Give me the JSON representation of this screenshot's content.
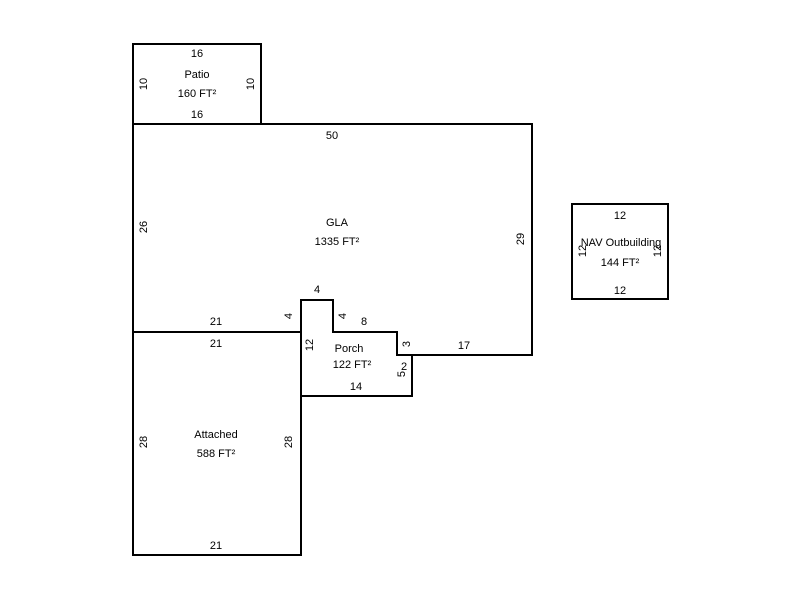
{
  "areas": {
    "patio": {
      "name": "Patio",
      "area": "160 FT²",
      "top": "16",
      "bottom": "16",
      "left": "10",
      "right": "10"
    },
    "gla": {
      "name": "GLA",
      "area": "1335 FT²",
      "top": "50",
      "left": "26",
      "right": "29",
      "bottom_left": "21",
      "notch_left": "4",
      "notch_top": "4",
      "notch_right": "4",
      "step_top": "8",
      "step_right": "3",
      "bottom_right": "17"
    },
    "attached": {
      "name": "Attached",
      "area": "588 FT²",
      "top": "21",
      "left": "28",
      "right": "28",
      "bottom": "21"
    },
    "porch": {
      "name": "Porch",
      "area": "122 FT²",
      "left": "12",
      "bottom": "14",
      "right_a": "5",
      "right_b": "2"
    },
    "outbuilding": {
      "name": "NAV Outbuilding",
      "area": "144 FT²",
      "top": "12",
      "bottom": "12",
      "left": "12",
      "right": "12"
    }
  }
}
